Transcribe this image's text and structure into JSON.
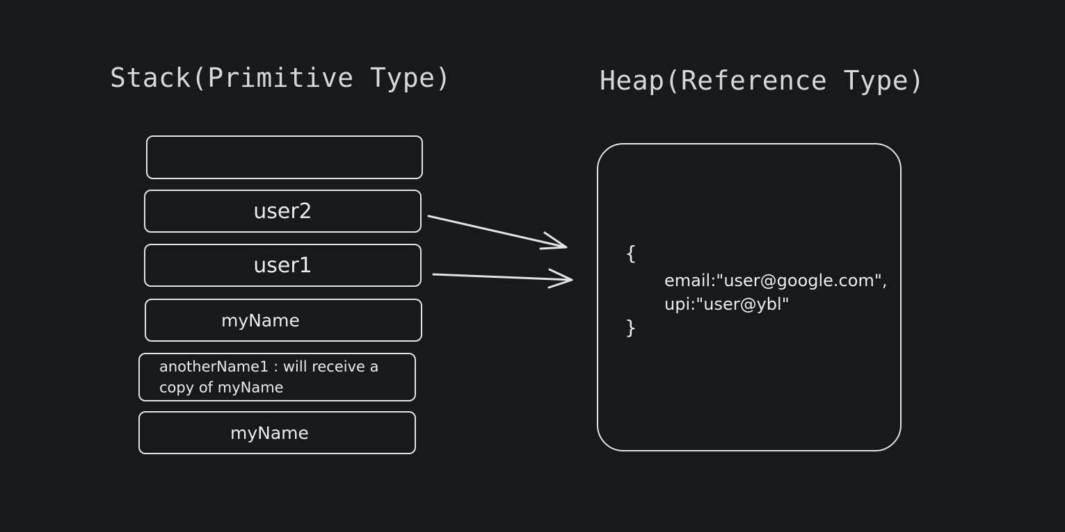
{
  "stack": {
    "title": "Stack(Primitive Type)",
    "slots": [
      "",
      "user2",
      "user1",
      "myName",
      "anotherName1 : will receive a copy of myName",
      "myName"
    ]
  },
  "heap": {
    "title": "Heap(Reference Type)",
    "object": {
      "open": "{",
      "email": "email:\"user@google.com\",",
      "upi": "upi:\"user@ybl\"",
      "close": "}"
    }
  },
  "arrows": [
    {
      "from": "user2",
      "to": "heap-object"
    },
    {
      "from": "user1",
      "to": "heap-object"
    }
  ],
  "colors": {
    "background": "#18191b",
    "stroke": "#e4e4e4",
    "text": "#ececec"
  }
}
